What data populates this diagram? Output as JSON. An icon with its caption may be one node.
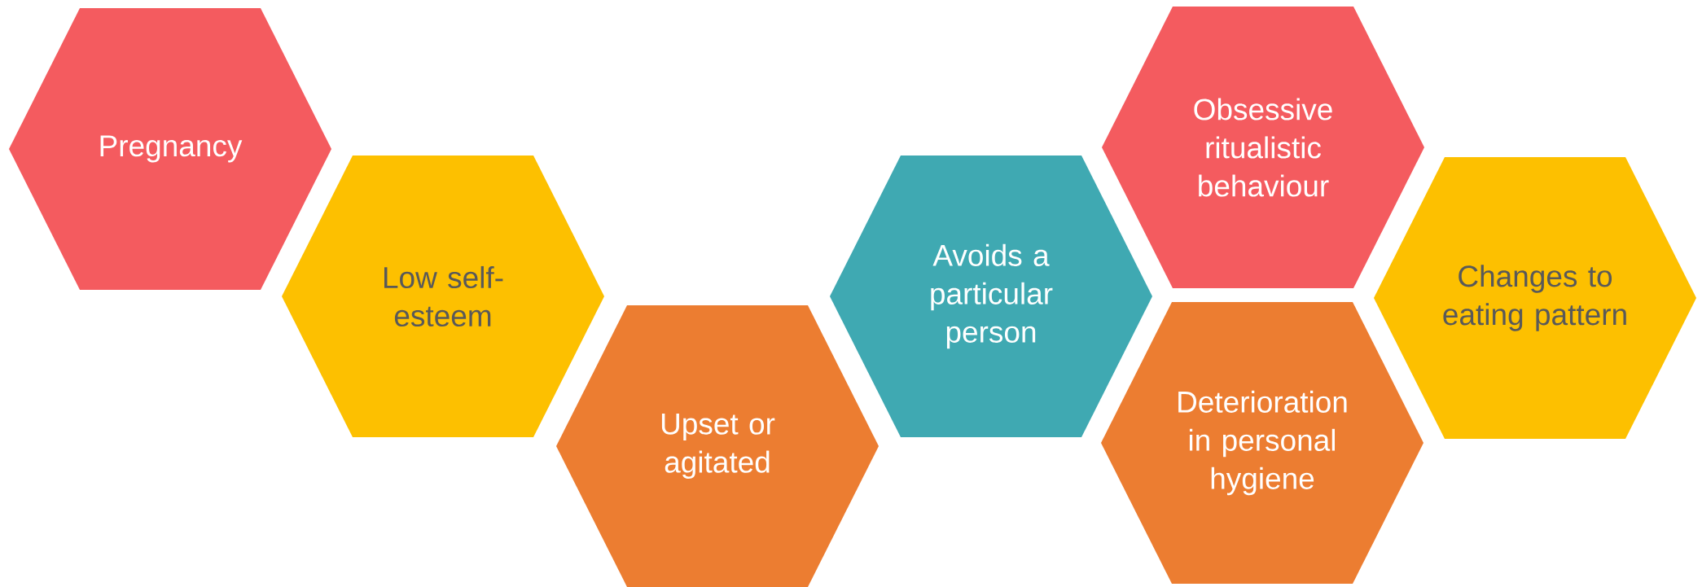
{
  "diagram": {
    "nodes": [
      {
        "text": [
          "Pregnancy"
        ]
      },
      {
        "text": [
          "Low self-esteem"
        ]
      },
      {
        "text": [
          "Upset or agitated"
        ]
      },
      {
        "text": [
          "Avoids a particular person"
        ]
      },
      {
        "text": [
          "Obsessive ritualistic behaviour"
        ]
      },
      {
        "text": [
          "Deterioration in personal hygiene"
        ]
      },
      {
        "text": [
          "Changes to eating pattern"
        ]
      }
    ]
  }
}
